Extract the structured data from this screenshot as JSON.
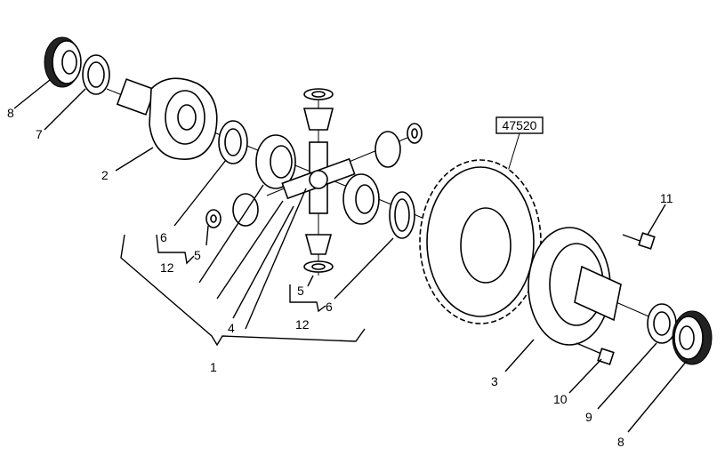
{
  "diagram": {
    "reference_code": "47520",
    "callouts": [
      "8",
      "7",
      "2",
      "6",
      "12",
      "5",
      "4",
      "5",
      "6",
      "12",
      "1",
      "3",
      "10",
      "9",
      "8",
      "11"
    ]
  }
}
